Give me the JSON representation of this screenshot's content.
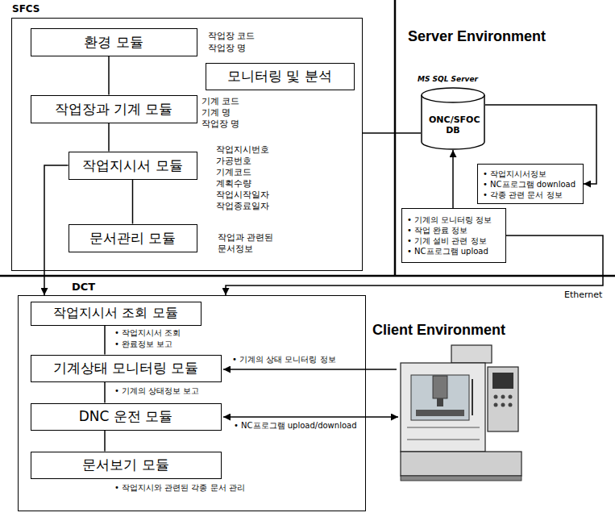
{
  "diagram": {
    "nodes": [
      {
        "text": [
          "SFCS"
        ]
      },
      {
        "text": [
          "환경 모듈"
        ],
        "in": 0
      },
      {
        "text": [
          "모니터링 및 분석"
        ],
        "in": 0
      },
      {
        "text": [
          "작업장과 기계 모듈"
        ],
        "in": 0
      },
      {
        "text": [
          "작업지시서 모듈"
        ],
        "in": 0
      },
      {
        "text": [
          "문서관리 모듈"
        ],
        "in": 0
      },
      {
        "text": [
          "MS SQL Server",
          "ONC/SFOC DB"
        ]
      },
      {
        "text": [
          "• 작업지시서정보",
          "• NC프로그램 download",
          "• 각종 관련 문서 정보"
        ]
      },
      {
        "text": [
          "• 기계의 모니터링 정보",
          "• 작업 완료 정보",
          "• 기계 설비 관련 정보",
          "• NC프로그램 upload"
        ]
      },
      {
        "text": [
          "DCT"
        ]
      },
      {
        "text": [
          "작업지시서 조회 모듈"
        ],
        "in": 9
      },
      {
        "text": [
          "기계상태 모니터링 모듈"
        ],
        "in": 9
      },
      {
        "text": [
          "DNC 운전 모듈"
        ],
        "in": 9
      },
      {
        "text": [
          "문서보기 모듈"
        ],
        "in": 9
      }
    ],
    "edges": [
      {
        "from": 1,
        "to": 3,
        "arrow": "none"
      },
      {
        "from": 3,
        "to": 4,
        "arrow": "none"
      },
      {
        "from": 4,
        "to": 5,
        "arrow": "none"
      },
      {
        "from": 0,
        "to": 6,
        "arrow": "none"
      },
      {
        "from": 6,
        "to": 7,
        "arrow": "to"
      },
      {
        "from": 8,
        "to": 6,
        "arrow": "to"
      },
      {
        "from": 4,
        "to": 9,
        "arrow": "to"
      },
      {
        "from": 8,
        "to": 9,
        "arrow": "to"
      },
      {
        "from": 10,
        "to": 11,
        "arrow": "none"
      },
      {
        "from": 11,
        "to": 12,
        "arrow": "none"
      },
      {
        "from": 12,
        "to": 13,
        "arrow": "none"
      }
    ],
    "labels": [
      "작업장 코드",
      "작업장 명",
      "기계 코드",
      "기계 명",
      "작업장 명",
      "작업지시번호",
      "가공번호",
      "기계코드",
      "계획수량",
      "작업시작일자",
      "작업종료일자",
      "작업과 관련된 문서정보",
      "Server Environment",
      "Ethernet",
      "• 작업지시서 조회",
      "• 완료정보 보고",
      "• 기계의 상태 모니터링 정보",
      "• 기계의 상태정보 보고",
      "• NC프로그램 upload/download",
      "• 작업지시와 관련된 각종 문서 관리",
      "Client Environment"
    ]
  }
}
